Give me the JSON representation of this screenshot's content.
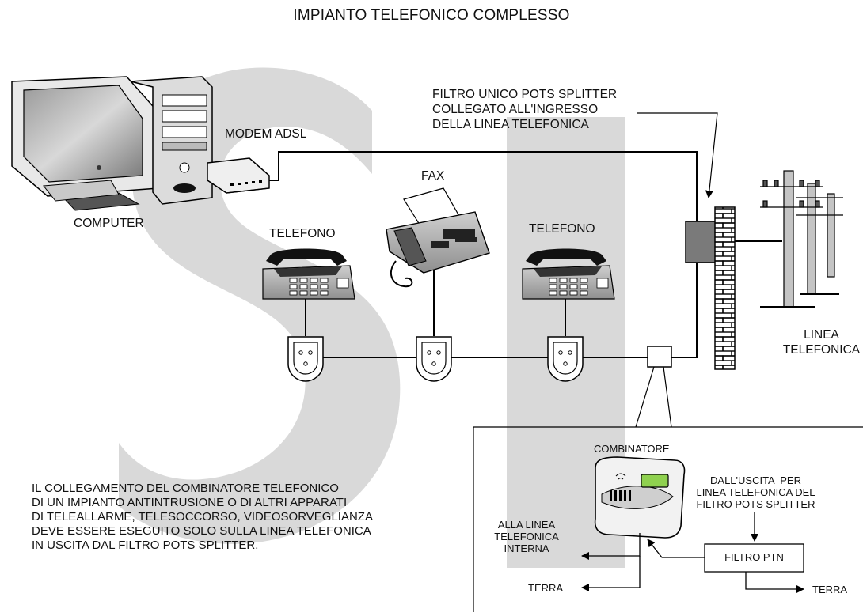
{
  "title": "IMPIANTO TELEFONICO COMPLESSO",
  "labels": {
    "computer": "COMPUTER",
    "modem": "MODEM ADSL",
    "fax": "FAX",
    "telefono_left": "TELEFONO",
    "telefono_right": "TELEFONO",
    "splitter_callout": "FILTRO UNICO POTS SPLITTER\nCOLLEGATO ALL'INGRESSO\nDELLA LINEA TELEFONICA",
    "linea": "LINEA\nTELEFONICA",
    "combinatore": "COMBINATORE",
    "dall_uscita": "DALL'USCITA  PER\nLINEA TELEFONICA DEL\nFILTRO POTS SPLITTER",
    "alla_linea": "ALLA LINEA\nTELEFONICA\nINTERNA",
    "filtro_ptn": "FILTRO PTN",
    "terra_left": "TERRA",
    "terra_right": "TERRA"
  },
  "note": "IL COLLEGAMENTO DEL COMBINATORE TELEFONICO\nDI UN IMPIANTO ANTINTRUSIONE O DI ALTRI APPARATI\nDI TELEALLARME, TELESOCCORSO, VIDEOSORVEGLIANZA\nDEVE ESSERE ESEGUITO SOLO SULLA LINEA TELEFONICA\nIN USCITA DAL FILTRO POTS SPLITTER.",
  "watermark": "SI",
  "colors": {
    "watermark": "#d9d9d9",
    "splitter_box": "#7a7a7a",
    "device_gray": "#b8b8b8",
    "line": "#000000"
  }
}
